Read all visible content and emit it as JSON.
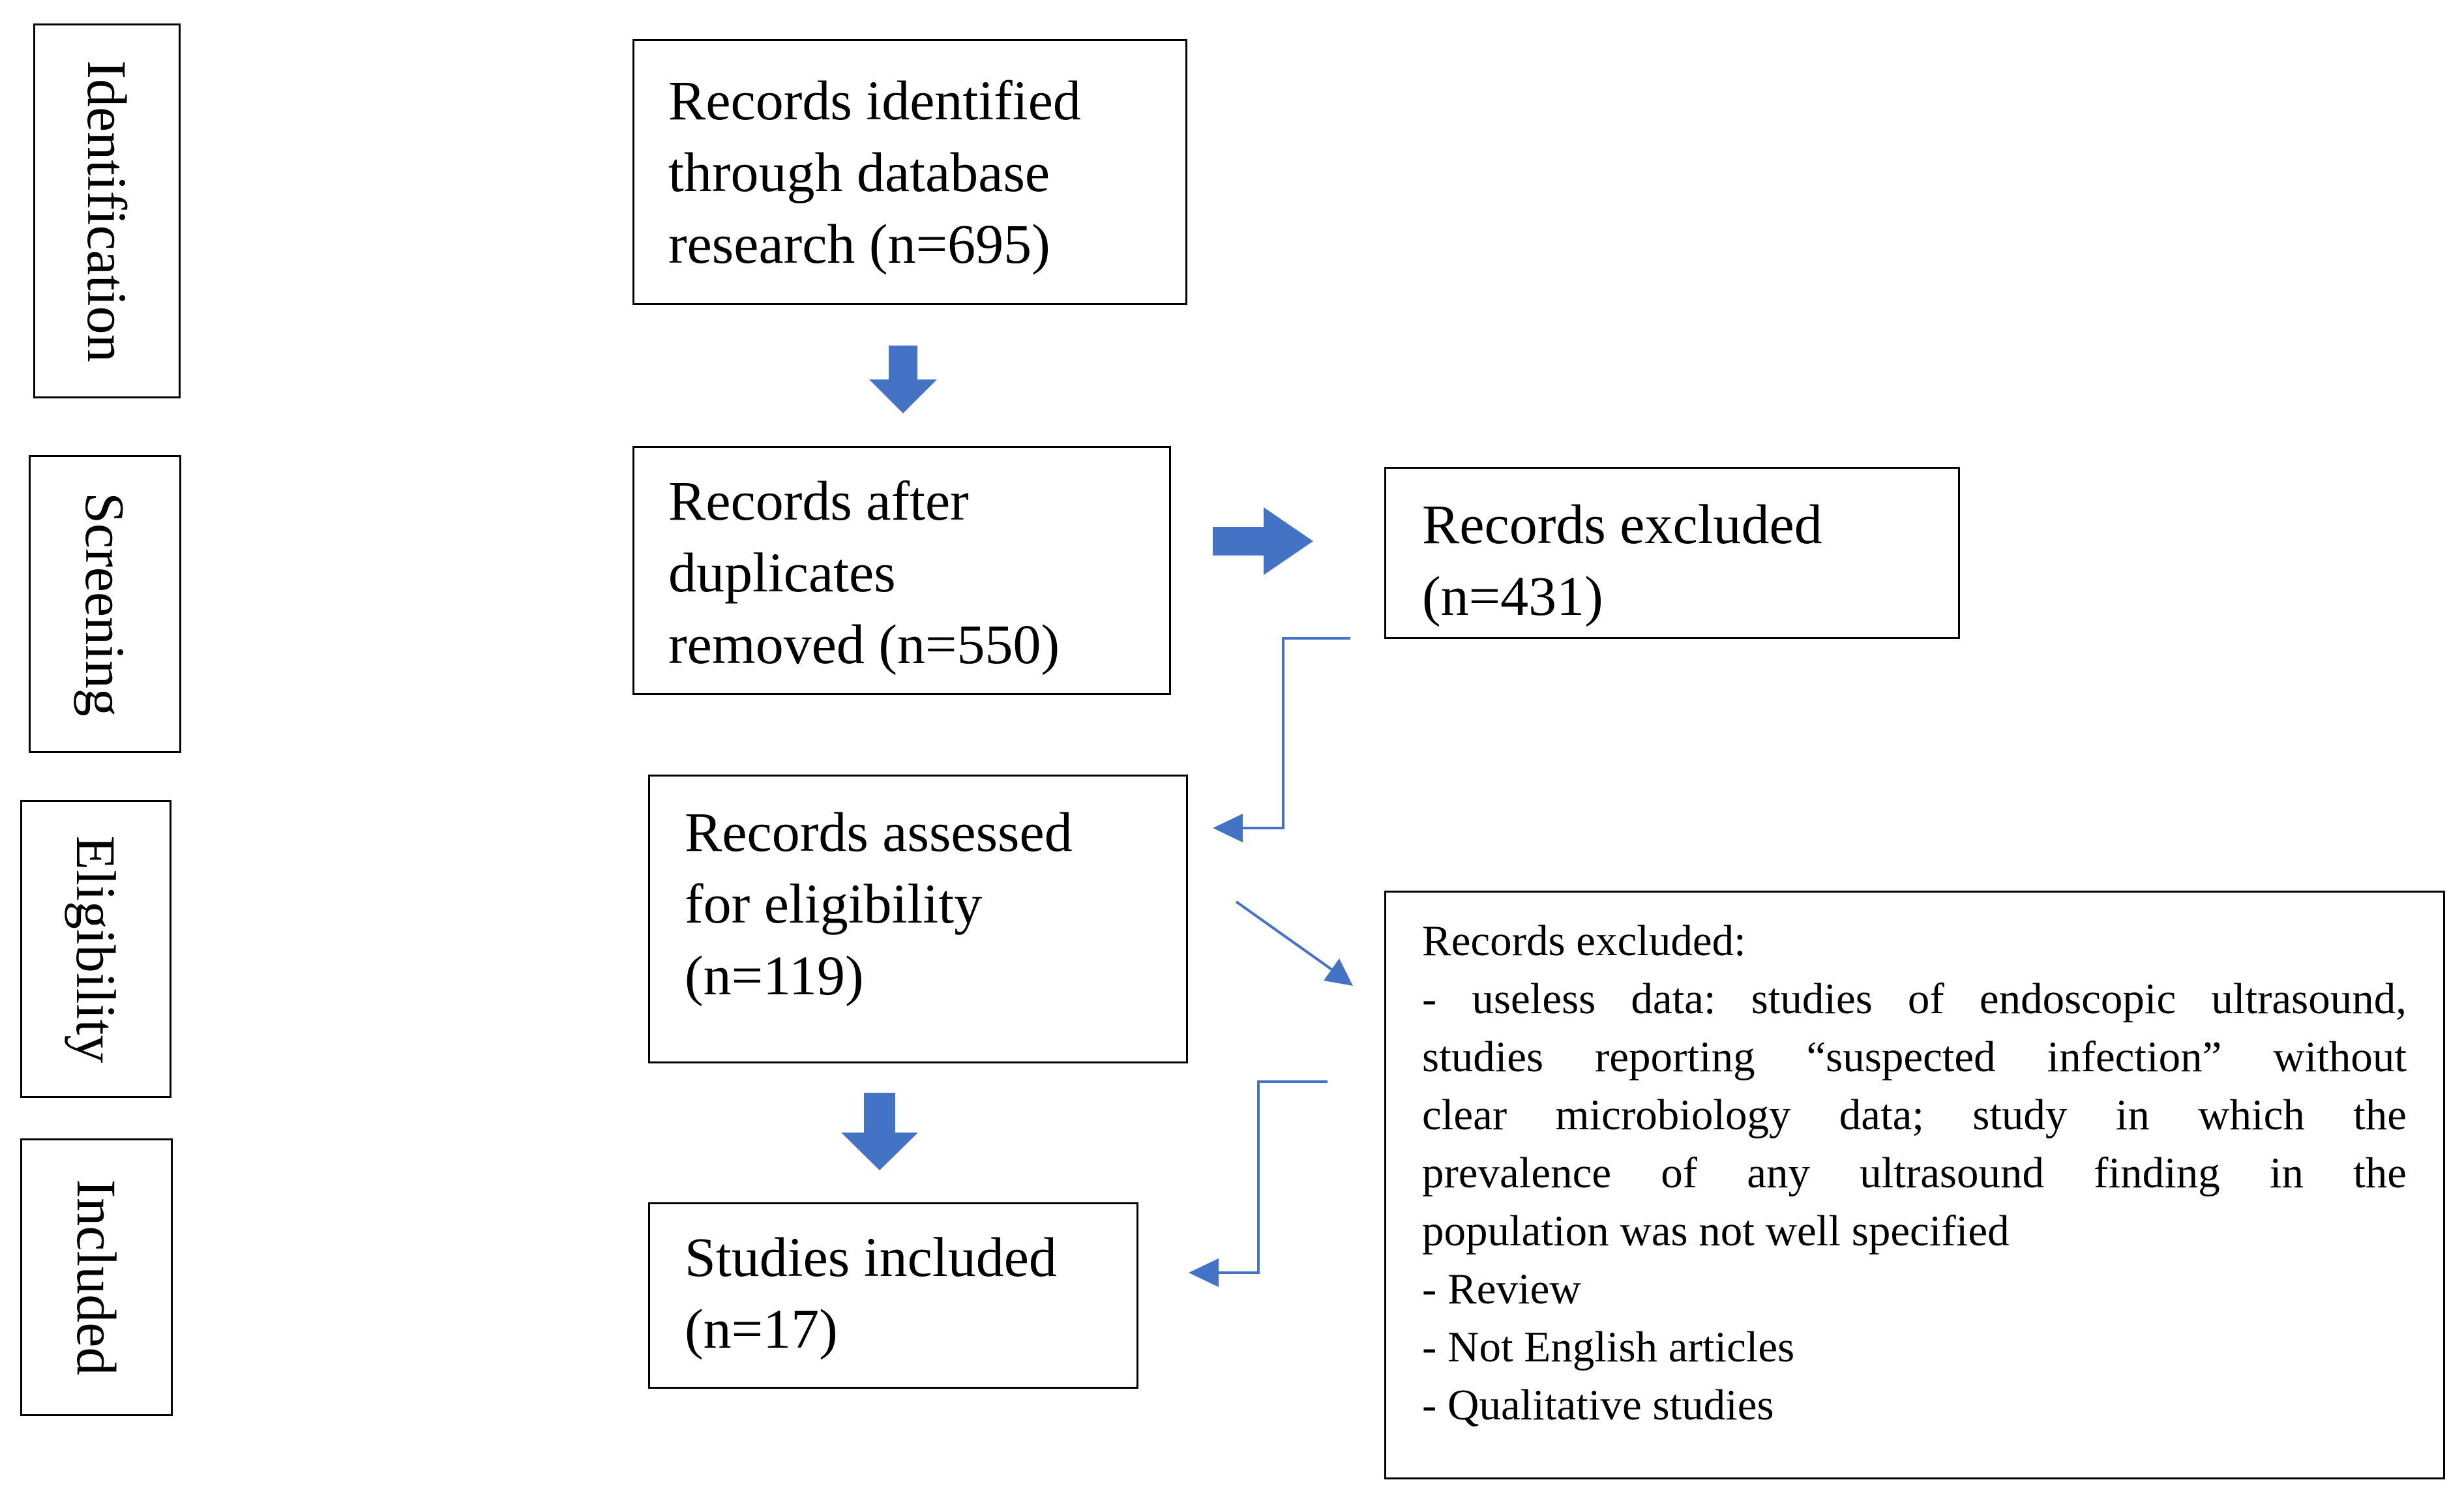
{
  "phases": {
    "identification": "Identification",
    "screening": "Screening",
    "eligibility": "Eligibility",
    "included": "Included"
  },
  "boxes": {
    "identified": [
      "Records identified",
      "through database",
      "research (n=695)"
    ],
    "after_duplicates": [
      "Records after",
      "duplicates",
      "removed (n=550)"
    ],
    "excluded_screening": [
      "Records excluded",
      "(n=431)"
    ],
    "assessed": [
      "Records assessed",
      "for eligibility",
      "(n=119)"
    ],
    "included": [
      "Studies included",
      "(n=17)"
    ],
    "excluded_eligibility": {
      "heading": "Records excluded:",
      "justified_lines": [
        "- useless data: studies of endoscopic ultrasound,",
        "studies reporting “suspected infection” without",
        "clear microbiology data; study in which the",
        "prevalence of any ultrasound finding in the"
      ],
      "lines": [
        "population was not well specified",
        "- Review",
        "- Not English articles",
        "- Qualitative studies"
      ]
    }
  },
  "colors": {
    "arrow": "#4472C4",
    "border": "#000000"
  }
}
